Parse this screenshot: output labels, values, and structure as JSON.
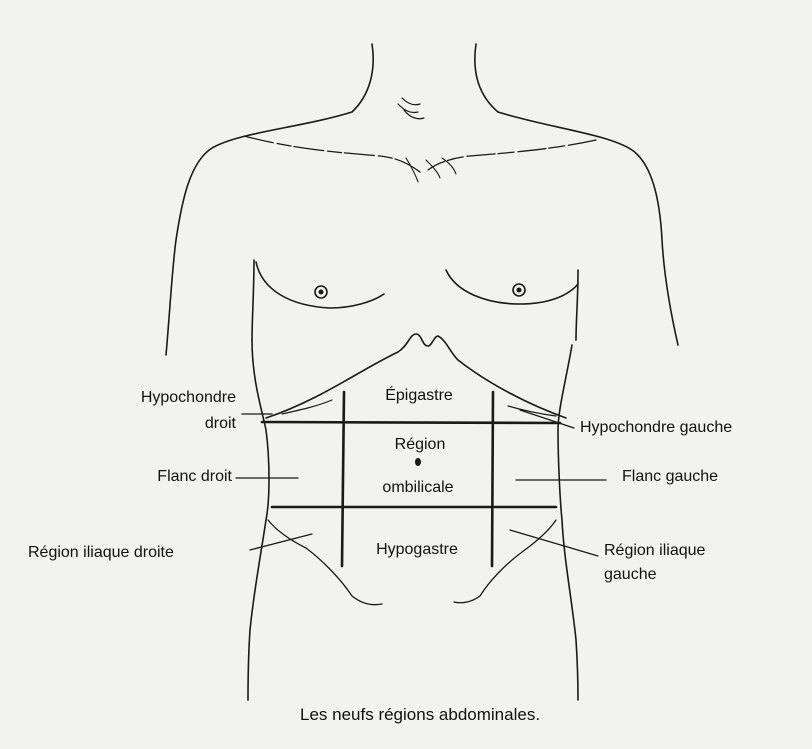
{
  "regions": {
    "epigastre": "Épigastre",
    "region_ombilicale_l1": "Région",
    "region_ombilicale_l2": "ombilicale",
    "hypogastre": "Hypogastre"
  },
  "labels": {
    "hypochondre_droit_l1": "Hypochondre",
    "hypochondre_droit_l2": "droit",
    "hypochondre_gauche": "Hypochondre gauche",
    "flanc_droit": "Flanc droit",
    "flanc_gauche": "Flanc gauche",
    "region_iliaque_droite": "Région iliaque droite",
    "region_iliaque_gauche_l1": "Région iliaque",
    "region_iliaque_gauche_l2": "gauche"
  },
  "caption": "Les neufs régions abdominales."
}
